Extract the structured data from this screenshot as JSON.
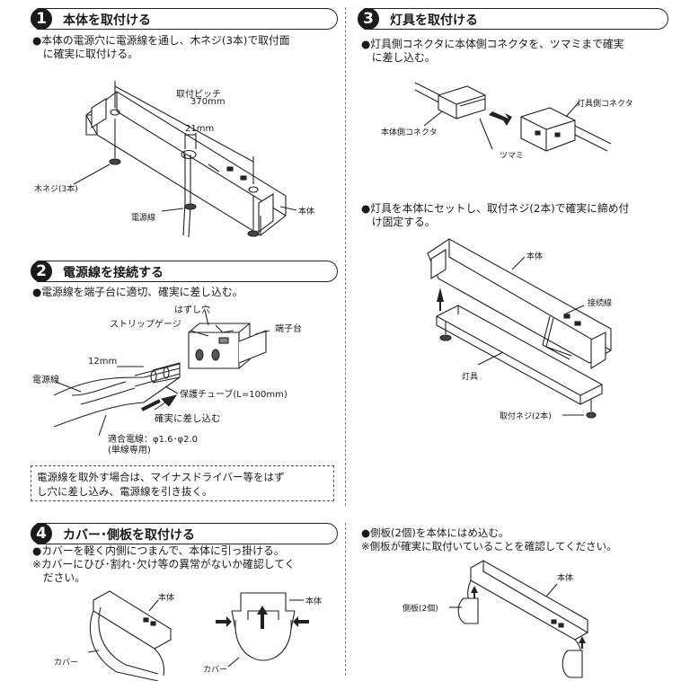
{
  "step1": {
    "num": "1",
    "title": "本体を取付ける",
    "text": "●本体の電源穴に電源線を通し、木ネジ(3本)で取付面\n　に確実に取付ける。",
    "labels": {
      "pitch": "取付ピッチ",
      "pitch_value": "370mm",
      "hole": "21mm",
      "screw": "木ネジ(3本)",
      "wire": "電源線",
      "body": "本体"
    }
  },
  "step2": {
    "num": "2",
    "title": "電源線を接続する",
    "text": "●電源線を端子台に適切、確実に差し込む。",
    "labels": {
      "release_hole": "はずし穴",
      "strip_gauge": "ストリップゲージ",
      "terminal": "端子台",
      "length": "12mm",
      "wire": "電源線",
      "tube": "保護チューブ(L=100mm)",
      "insert": "確実に差し込む",
      "spec": "適合電線：φ1.6･φ2.0",
      "spec2": "(単線専用)"
    },
    "note": "電源線を取外す場合は、マイナスドライバー等をはず\nし穴に差し込み、電源線を引き抜く。"
  },
  "step3": {
    "num": "3",
    "title": "灯具を取付ける",
    "text": "●灯具側コネクタに本体側コネクタを、ツマミまで確実\n　に差し込む。",
    "labels": {
      "lamp_conn": "灯具側コネクタ",
      "body_conn": "本体側コネクタ",
      "knob": "ツマミ"
    },
    "text2": "●灯具を本体にセットし、取付ネジ(2本)で確実に締め付\n　け固定する。",
    "labels2": {
      "body": "本体",
      "conn_wire": "接続線",
      "lamp": "灯具",
      "screw": "取付ネジ(2本)"
    }
  },
  "step4": {
    "num": "4",
    "title": "カバー･側板を取付ける",
    "text": "●カバーを軽く内側につまんで、本体に引っ掛ける。\n※カバーにひび･割れ･欠け等の異常がないか確認してく\n　ださい。",
    "labels": {
      "body_a": "本体",
      "cover_a": "カバー",
      "body_b": "本体",
      "cover_b": "カバー"
    }
  },
  "step5": {
    "text": "●側板(2個)を本体にはめ込む。\n※側板が確実に取付いていることを確認してください。",
    "labels": {
      "side": "側板(2個)",
      "body": "本体"
    }
  }
}
